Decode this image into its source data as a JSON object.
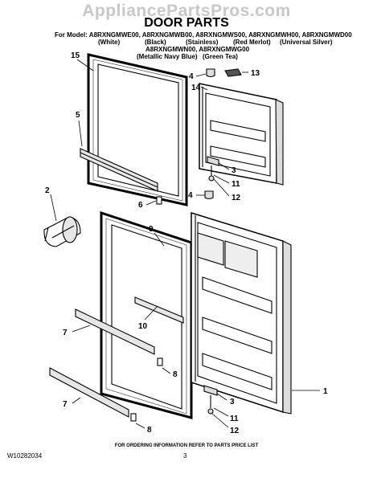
{
  "watermark": "AppliancePartsPros.com",
  "title": "DOOR PARTS",
  "header": {
    "line1": "For Model: A8RXNGMWE00, A8RXNGMWB00, A8RXNGMWS00, A8RXNGMWH00, A8RXNGMWD00",
    "colors1": [
      "(White)",
      "(Black)",
      "(Stainless)",
      "(Red Merlot)",
      "(Universal Silver)"
    ],
    "line3": "A8RXNGMWN00, A8RXNGMWG00",
    "colors2": [
      "(Metallic Navy Blue)",
      "(Green Tea)"
    ]
  },
  "callouts": [
    "15",
    "5",
    "2",
    "6",
    "4",
    "13",
    "14",
    "3",
    "11",
    "12",
    "4",
    "9",
    "10",
    "7",
    "8",
    "1",
    "7",
    "8",
    "3",
    "11",
    "12"
  ],
  "footer": "FOR ORDERING INFORMATION REFER TO PARTS PRICE LIST",
  "doc_number": "W10282034",
  "page_number": "3",
  "colors": {
    "line": "#000000",
    "fill": "#ffffff",
    "shade": "#d8d8d8",
    "watermark": "#c8c8c8"
  }
}
